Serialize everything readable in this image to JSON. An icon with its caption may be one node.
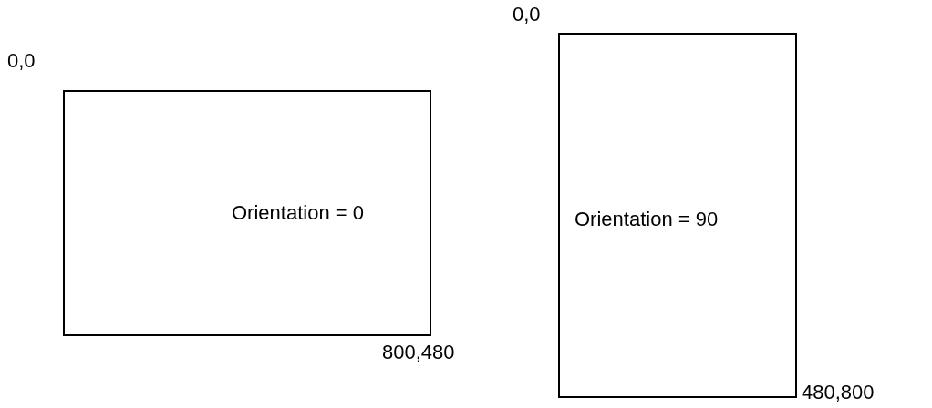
{
  "diagram": {
    "nodes": [
      {
        "text": [
          "Orientation = 0"
        ],
        "beside": [
          "0,0",
          "800,480"
        ]
      },
      {
        "text": [
          "Orientation = 90"
        ],
        "beside": [
          "0,0",
          "480,800"
        ]
      }
    ],
    "edges": []
  }
}
